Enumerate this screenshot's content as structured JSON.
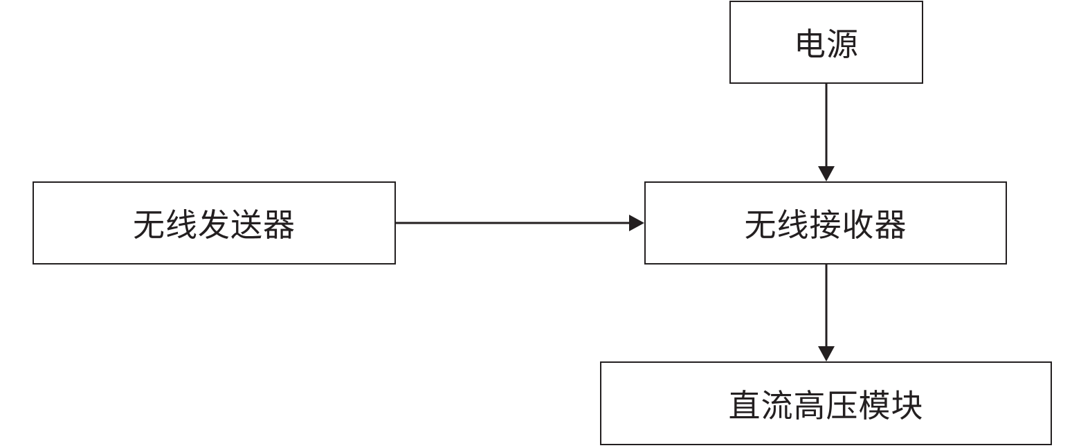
{
  "diagram": {
    "type": "block-diagram",
    "line_color": "#231f20",
    "blocks": {
      "power_supply": {
        "label": "电源"
      },
      "wireless_transmitter": {
        "label": "无线发送器"
      },
      "wireless_receiver": {
        "label": "无线接收器"
      },
      "dc_high_voltage_module": {
        "label": "直流高压模块"
      }
    },
    "connections": [
      {
        "from": "power_supply",
        "to": "wireless_receiver"
      },
      {
        "from": "wireless_transmitter",
        "to": "wireless_receiver"
      },
      {
        "from": "wireless_receiver",
        "to": "dc_high_voltage_module"
      }
    ]
  }
}
